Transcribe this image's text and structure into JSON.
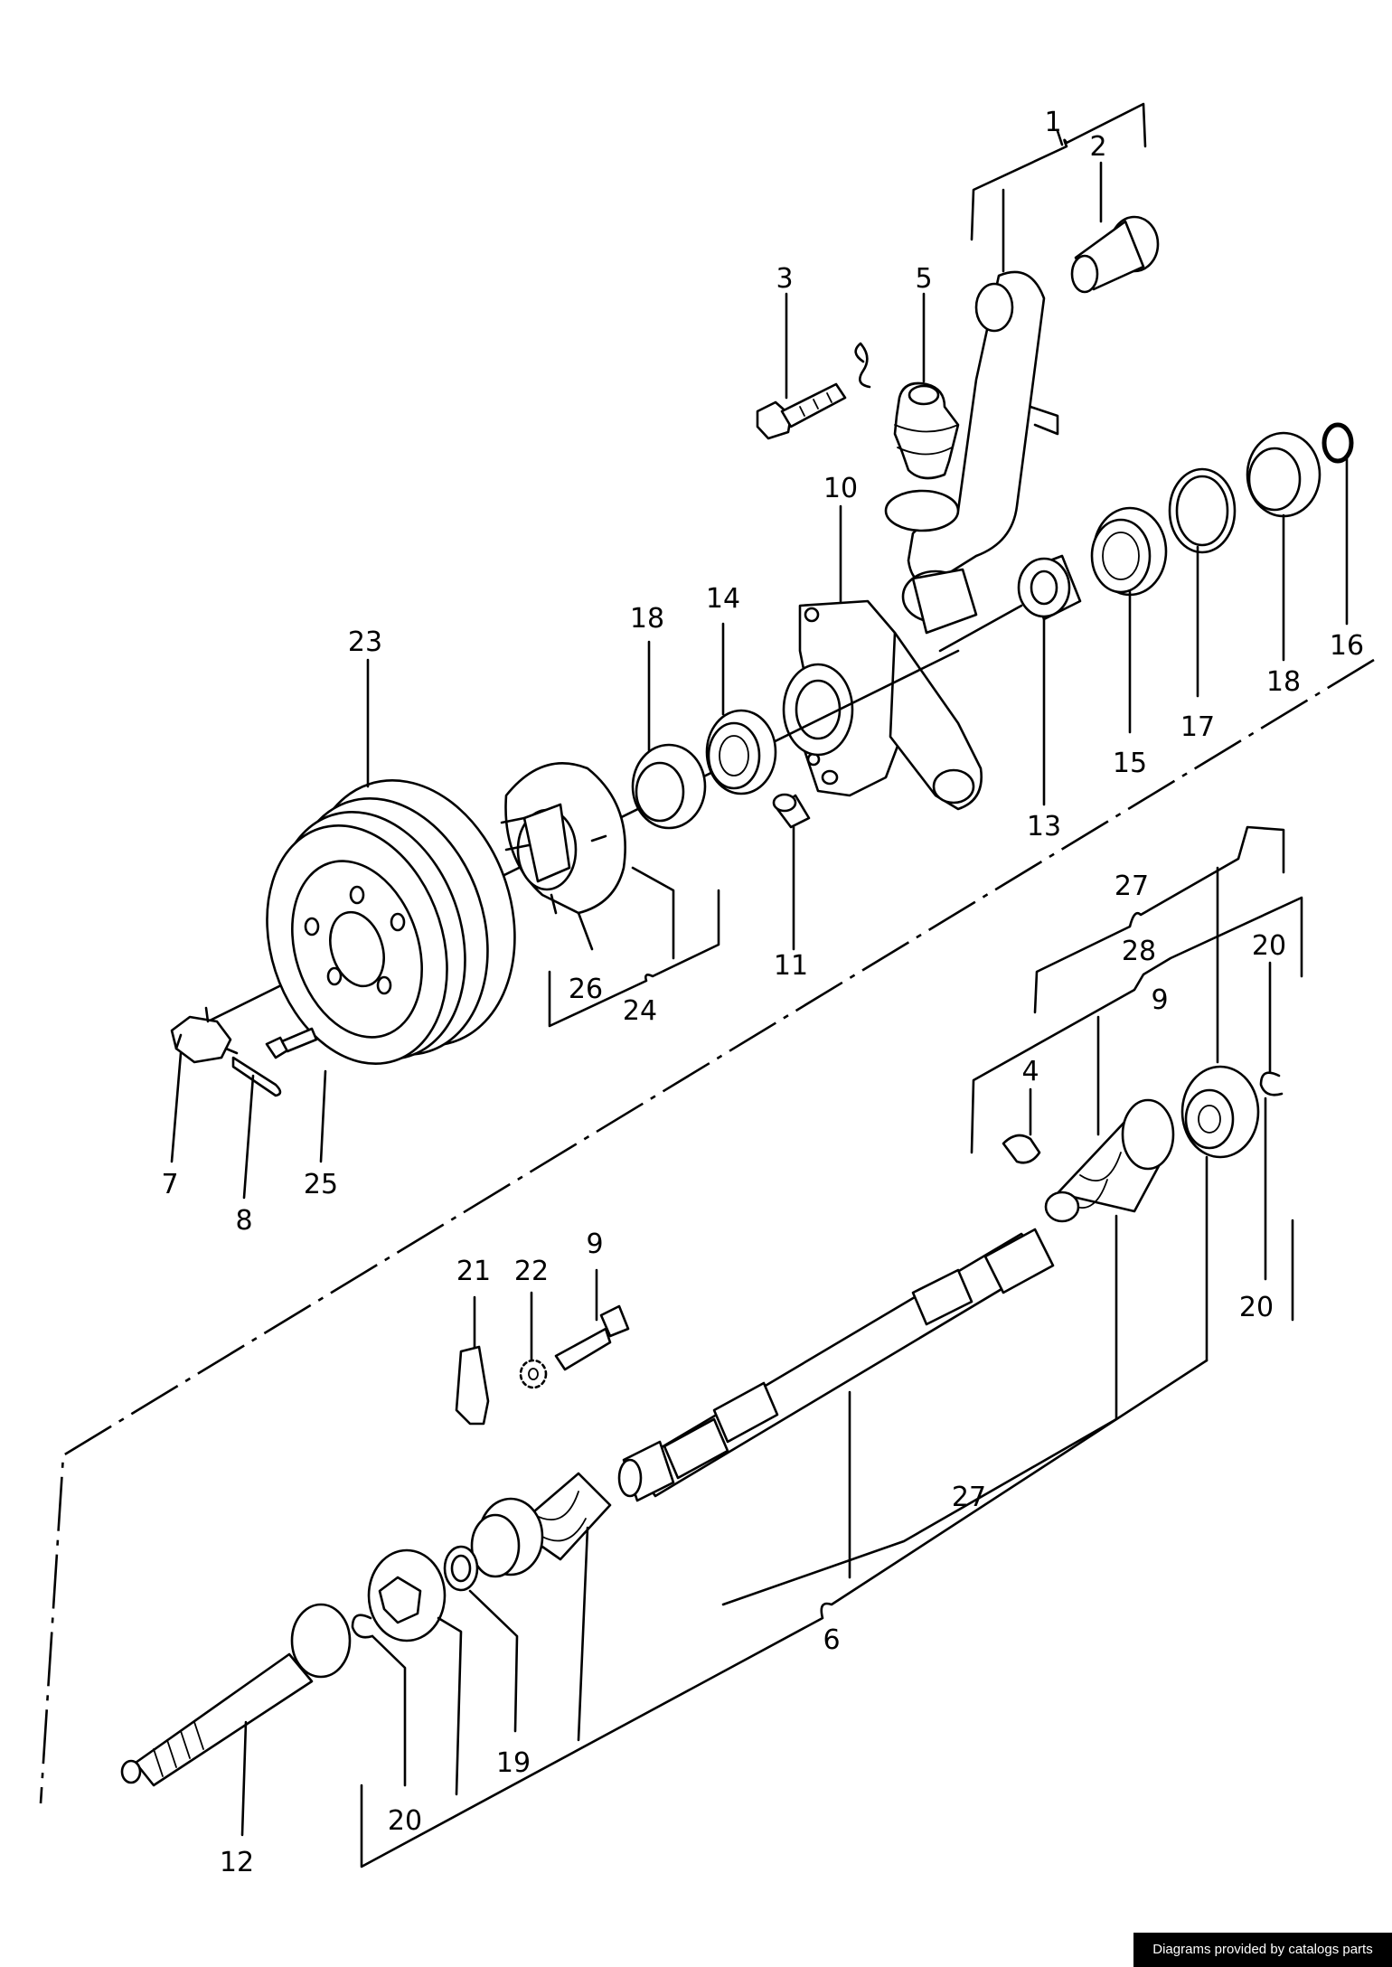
{
  "labels": {
    "l1": "1",
    "l2": "2",
    "l3": "3",
    "l5": "5",
    "l10": "10",
    "l16": "16",
    "l18a": "18",
    "l14": "14",
    "l18b": "18",
    "l23": "23",
    "l13": "13",
    "l15": "15",
    "l17": "17",
    "l11": "11",
    "l26": "26",
    "l24": "24",
    "l7": "7",
    "l8": "8",
    "l25": "25",
    "l27a": "27",
    "l28": "28",
    "l20a": "20",
    "l9a": "9",
    "l4": "4",
    "l20b": "20",
    "l21": "21",
    "l22": "22",
    "l9b": "9",
    "l27b": "27",
    "l6": "6",
    "l19": "19",
    "l20c": "20",
    "l12": "12"
  },
  "credit": "Diagrams provided by catalogs parts"
}
